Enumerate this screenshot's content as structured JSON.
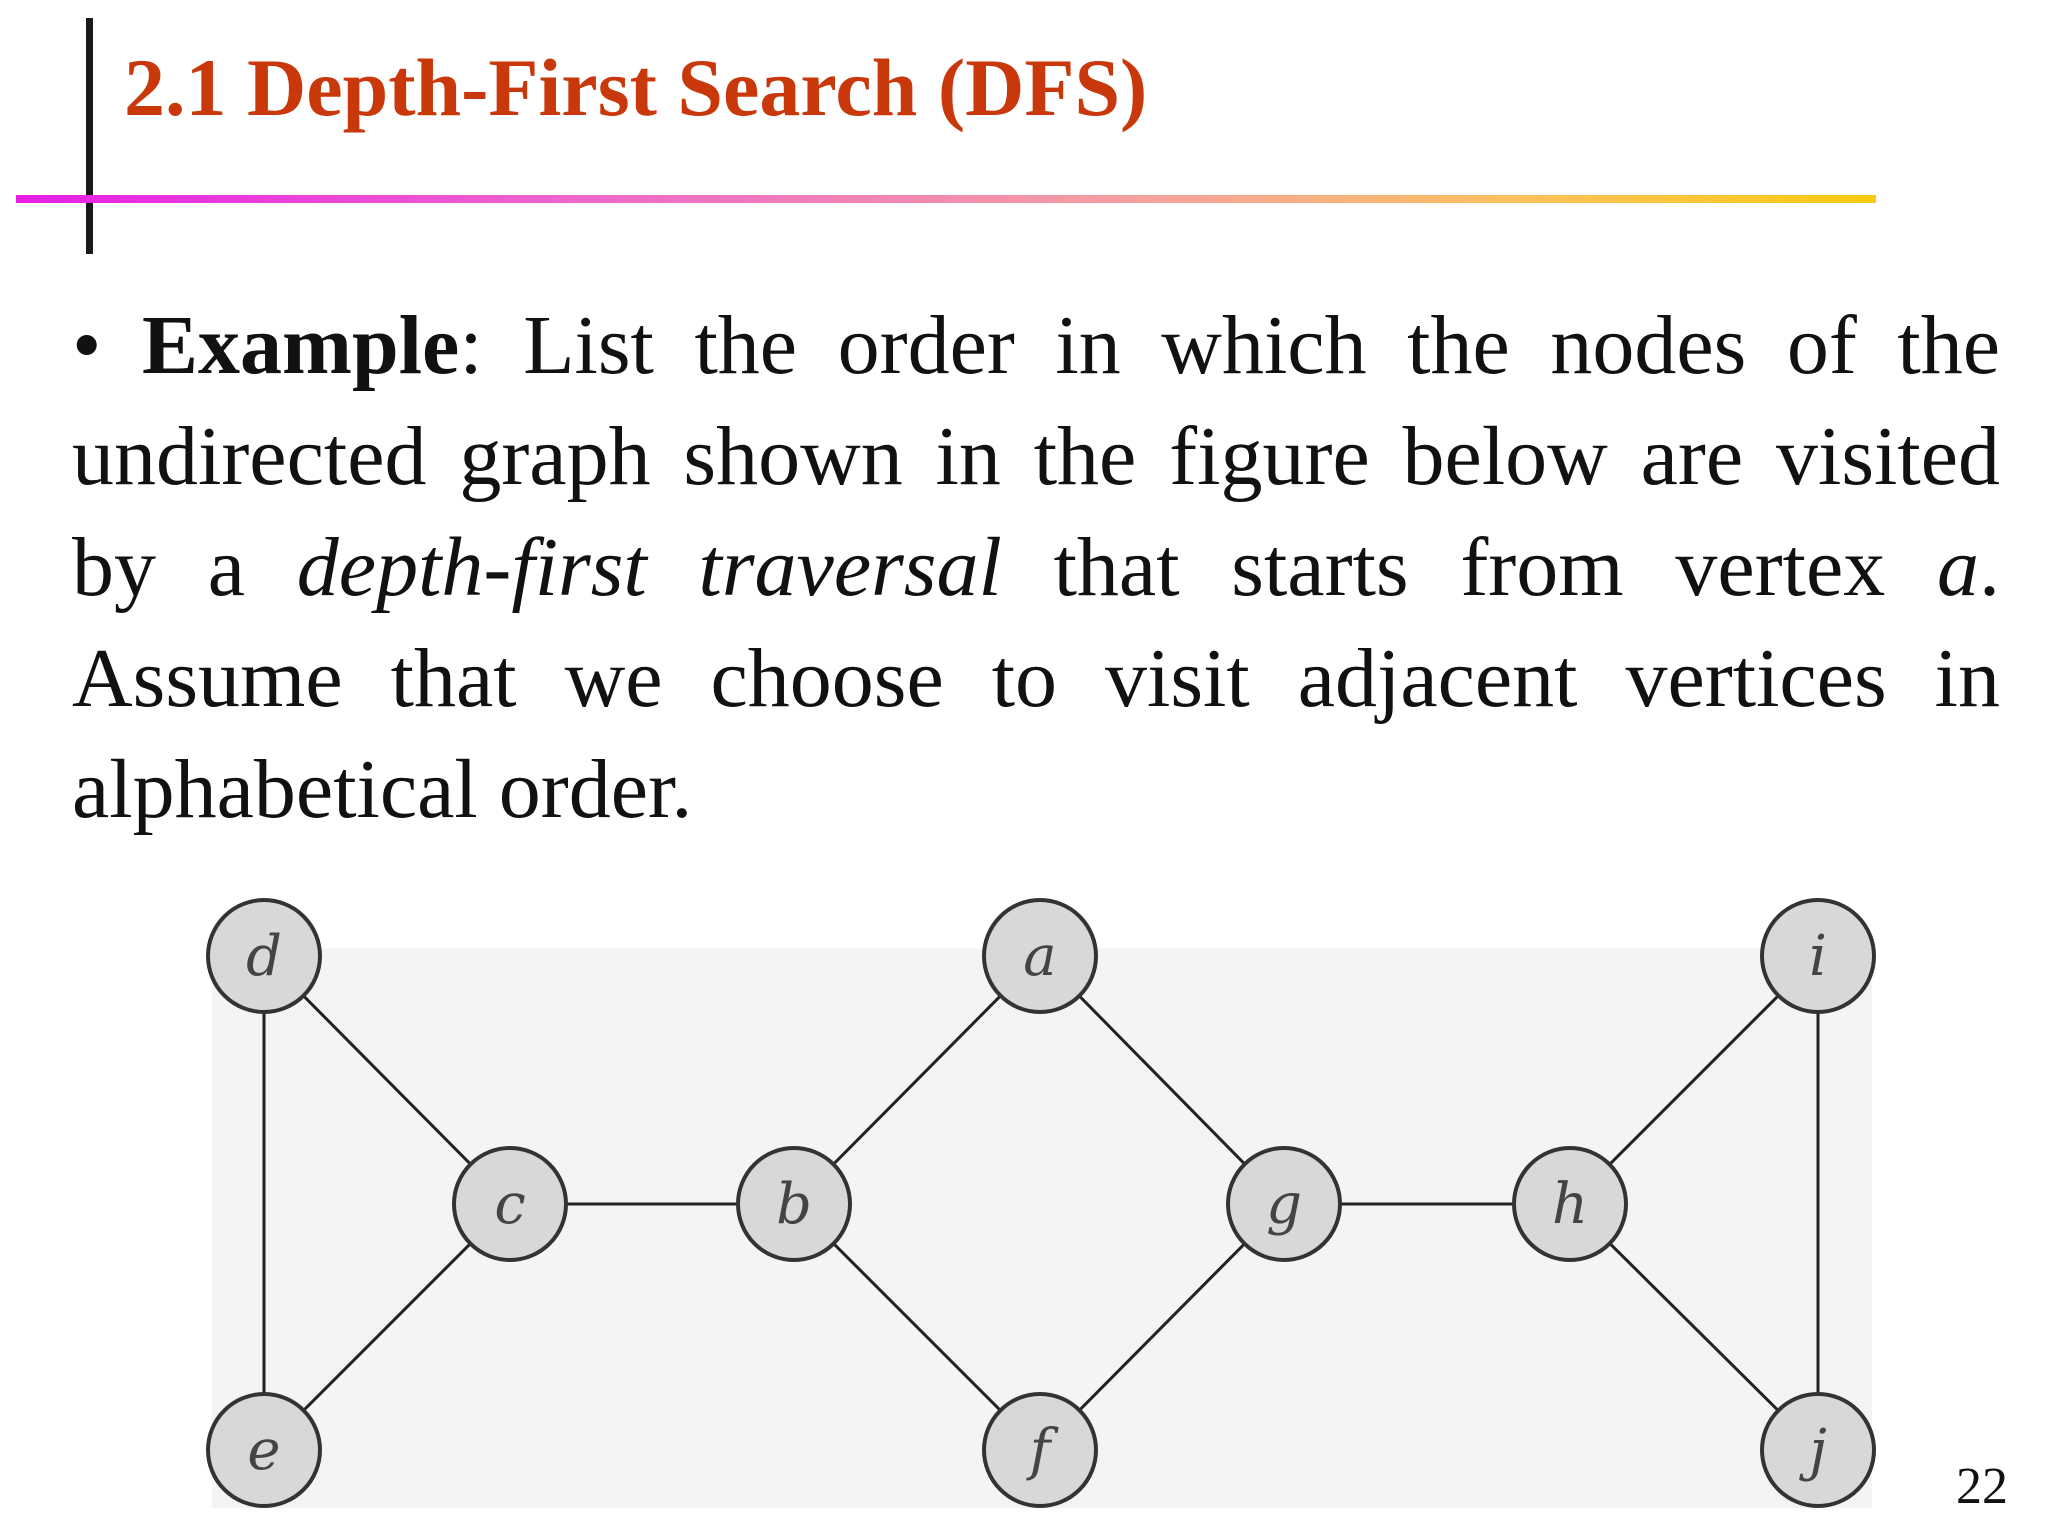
{
  "slide": {
    "title": "2.1 Depth-First Search (DFS)",
    "bullet": "•",
    "example_label": "Example",
    "text_part1": ": List the order in which the nodes of the undirected graph shown in the figure below are visited by a ",
    "text_italic1": "depth-first traversal",
    "text_part2": " that starts from vertex ",
    "text_italic2": "a",
    "text_part3": ". Assume that we choose to visit adjacent vertices in alphabetical order.",
    "page_number": "22"
  },
  "graph": {
    "nodes": [
      {
        "id": "d",
        "label": "d"
      },
      {
        "id": "a",
        "label": "a"
      },
      {
        "id": "i",
        "label": "i"
      },
      {
        "id": "c",
        "label": "c"
      },
      {
        "id": "b",
        "label": "b"
      },
      {
        "id": "g",
        "label": "g"
      },
      {
        "id": "h",
        "label": "h"
      },
      {
        "id": "e",
        "label": "e"
      },
      {
        "id": "f",
        "label": "f"
      },
      {
        "id": "j",
        "label": "j"
      }
    ],
    "edges": [
      [
        "d",
        "c"
      ],
      [
        "d",
        "e"
      ],
      [
        "c",
        "e"
      ],
      [
        "c",
        "b"
      ],
      [
        "b",
        "a"
      ],
      [
        "b",
        "f"
      ],
      [
        "a",
        "g"
      ],
      [
        "f",
        "g"
      ],
      [
        "g",
        "h"
      ],
      [
        "h",
        "i"
      ],
      [
        "h",
        "j"
      ],
      [
        "i",
        "j"
      ]
    ],
    "colors": {
      "node_fill": "#d8d8d8",
      "node_stroke": "#333333",
      "edge": "#222222",
      "panel_bg": "#f4f4f4"
    }
  }
}
